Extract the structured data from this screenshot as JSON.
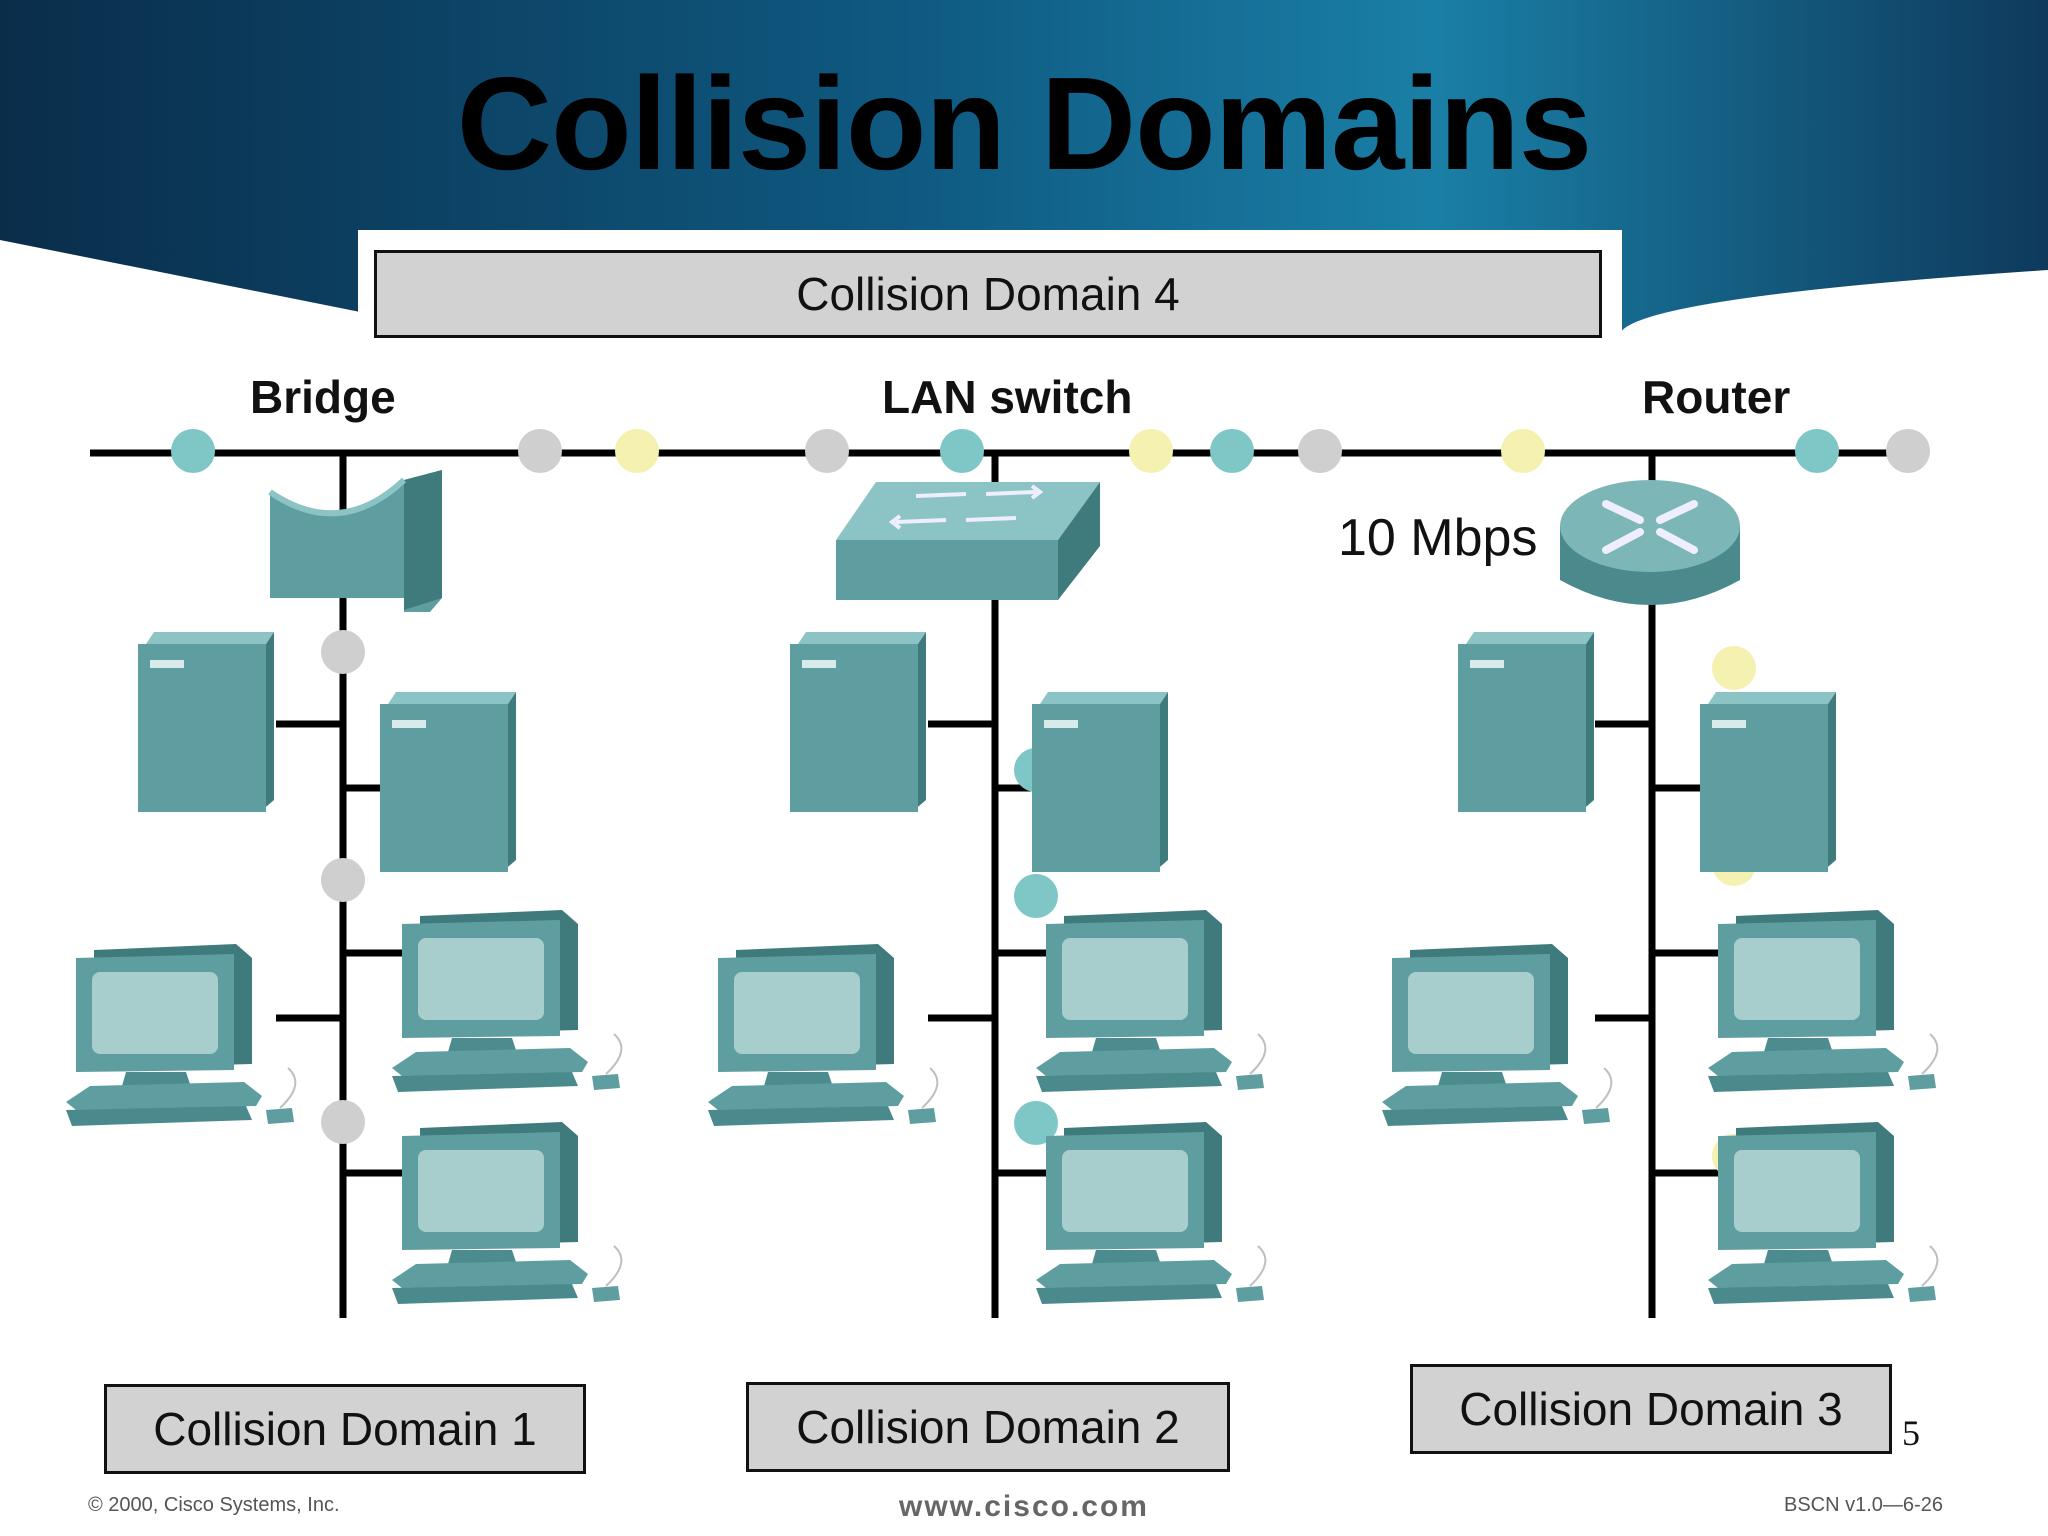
{
  "slide": {
    "title": "Collision Domains",
    "slide_number": "5"
  },
  "domains": {
    "d4": "Collision Domain 4",
    "d1": "Collision Domain 1",
    "d2": "Collision Domain 2",
    "d3": "Collision Domain 3"
  },
  "devices": {
    "bridge": "Bridge",
    "switch": "LAN switch",
    "router": "Router"
  },
  "speed_label": "10 Mbps",
  "footer": {
    "copyright": "© 2000, Cisco Systems, Inc.",
    "url": "www.cisco.com",
    "code": "BSCN v1.0—6-26"
  },
  "colors": {
    "device_teal": "#5f9ea0",
    "device_teal_dark": "#3f7a7c",
    "device_teal_light": "#8cc3c4",
    "screen": "#a8cdcd",
    "packet_teal": "#7fc7c7",
    "packet_gray": "#cfcfcf",
    "packet_yellow": "#f5f1b0",
    "header_blue": "#0d5f86"
  }
}
